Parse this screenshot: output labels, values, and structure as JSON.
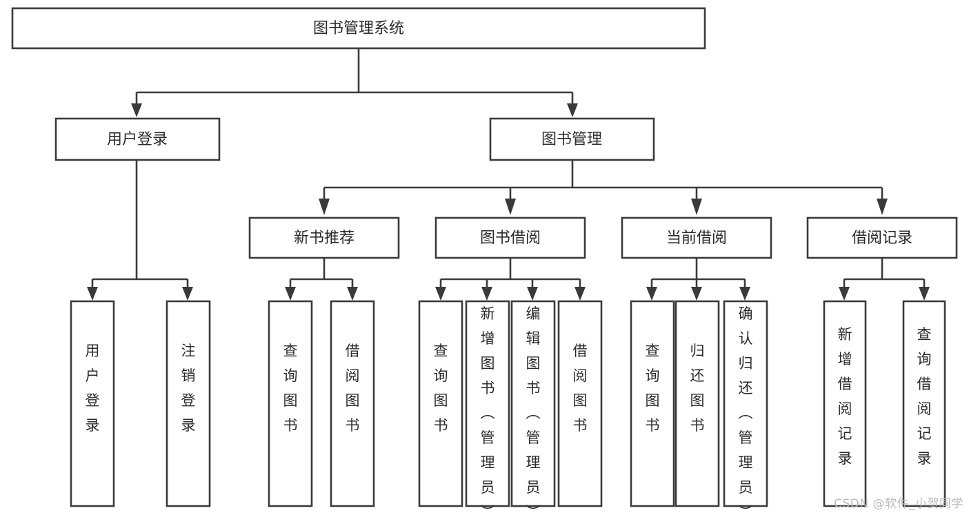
{
  "diagram": {
    "type": "tree-hierarchy-chart",
    "title": "图书管理系统",
    "background_color": "#ffffff",
    "line_color": "#3a3a3a",
    "box_fill": "#ffffff",
    "text_color": "#2b2b2b",
    "root": {
      "label": "图书管理系统",
      "orientation": "horizontal"
    },
    "level1": [
      {
        "label": "用户登录",
        "orientation": "horizontal"
      },
      {
        "label": "图书管理",
        "orientation": "horizontal"
      }
    ],
    "level2": [
      {
        "label": "新书推荐",
        "orientation": "horizontal",
        "parent": "图书管理"
      },
      {
        "label": "图书借阅",
        "orientation": "horizontal",
        "parent": "图书管理"
      },
      {
        "label": "当前借阅",
        "orientation": "horizontal",
        "parent": "图书管理"
      },
      {
        "label": "借阅记录",
        "orientation": "horizontal",
        "parent": "图书管理"
      }
    ],
    "leaves": {
      "用户登录": [
        {
          "label": "用户登录",
          "orientation": "vertical"
        },
        {
          "label": "注销登录",
          "orientation": "vertical"
        }
      ],
      "新书推荐": [
        {
          "label": "查询图书",
          "orientation": "vertical"
        },
        {
          "label": "借阅图书",
          "orientation": "vertical"
        }
      ],
      "图书借阅": [
        {
          "label": "查询图书",
          "orientation": "vertical"
        },
        {
          "label": "新增图书（管理员）",
          "orientation": "vertical"
        },
        {
          "label": "编辑图书（管理员）",
          "orientation": "vertical"
        },
        {
          "label": "借阅图书",
          "orientation": "vertical"
        }
      ],
      "当前借阅": [
        {
          "label": "查询图书",
          "orientation": "vertical"
        },
        {
          "label": "归还图书",
          "orientation": "vertical"
        },
        {
          "label": "确认归还（管理员）",
          "orientation": "vertical"
        }
      ],
      "借阅记录": [
        {
          "label": "新增借阅记录",
          "orientation": "vertical"
        },
        {
          "label": "查询借阅记录",
          "orientation": "vertical"
        }
      ]
    }
  },
  "watermark": {
    "text": "CSDN @软件_小贺同学"
  },
  "nodes": {
    "root": "图书管理系统",
    "user_login": "用户登录",
    "book_manage": "图书管理",
    "new_book_rec": "新书推荐",
    "book_borrow": "图书借阅",
    "current_borrow": "当前借阅",
    "borrow_record": "借阅记录",
    "leaf_user_login": "用户登录",
    "leaf_logout": "注销登录",
    "leaf_query_book_a": "查询图书",
    "leaf_borrow_book_a": "借阅图书",
    "leaf_query_book_b": "查询图书",
    "leaf_add_book": "新增图书（管理员）",
    "leaf_edit_book": "编辑图书（管理员）",
    "leaf_borrow_book_b": "借阅图书",
    "leaf_query_book_c": "查询图书",
    "leaf_return_book": "归还图书",
    "leaf_confirm_return": "确认归还（管理员）",
    "leaf_add_record": "新增借阅记录",
    "leaf_query_record": "查询借阅记录"
  }
}
